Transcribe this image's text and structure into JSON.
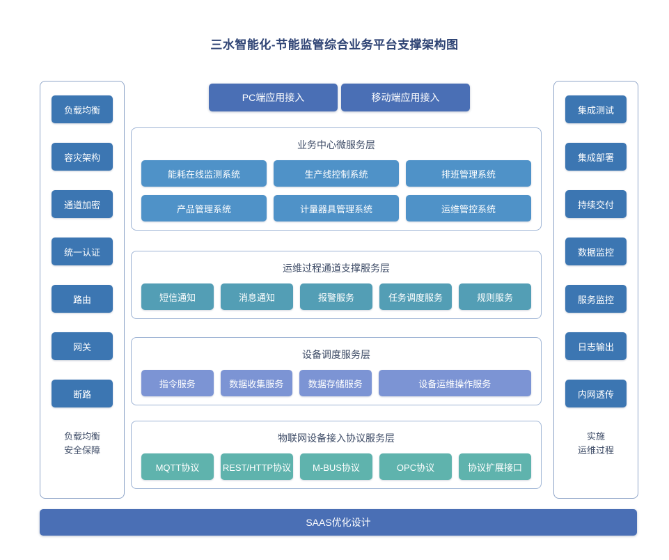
{
  "title": "三水智能化-节能监管综合业务平台支撑架构图",
  "colors": {
    "title": "#2e4374",
    "sidebar_pill": "#3c76b2",
    "access_bar": "#4a6fb5",
    "business_layer": "#4f92c8",
    "ops_layer": "#539eb5",
    "device_layer": "#7c94d4",
    "iot_layer": "#5fb3ad",
    "saas_bar": "#4a6fb5",
    "panel_border": "#9db3d4",
    "background": "#ffffff"
  },
  "left_column": {
    "items": [
      {
        "label": "负载均衡"
      },
      {
        "label": "容灾架构"
      },
      {
        "label": "通道加密"
      },
      {
        "label": "统一认证"
      },
      {
        "label": "路由"
      },
      {
        "label": "网关"
      },
      {
        "label": "断路"
      }
    ],
    "footer_line1": "负载均衡",
    "footer_line2": "安全保障"
  },
  "right_column": {
    "items": [
      {
        "label": "集成测试"
      },
      {
        "label": "集成部署"
      },
      {
        "label": "持续交付"
      },
      {
        "label": "数据监控"
      },
      {
        "label": "服务监控"
      },
      {
        "label": "日志输出"
      },
      {
        "label": "内网透传"
      }
    ],
    "footer_line1": "实施",
    "footer_line2": "运维过程"
  },
  "access": {
    "pc": "PC端应用接入",
    "mobile": "移动端应用接入"
  },
  "layers": [
    {
      "key": "business",
      "title": "业务中心微服务层",
      "rows": [
        [
          {
            "label": "能耗在线监测系统"
          },
          {
            "label": "生产线控制系统"
          },
          {
            "label": "排班管理系统"
          }
        ],
        [
          {
            "label": "产品管理系统"
          },
          {
            "label": "计量器具管理系统"
          },
          {
            "label": "运维管控系统"
          }
        ]
      ]
    },
    {
      "key": "ops",
      "title": "运维过程通道支撑服务层",
      "rows": [
        [
          {
            "label": "短信通知"
          },
          {
            "label": "消息通知"
          },
          {
            "label": "报警服务"
          },
          {
            "label": "任务调度服务"
          },
          {
            "label": "规则服务"
          }
        ]
      ]
    },
    {
      "key": "device",
      "title": "设备调度服务层",
      "rows": [
        [
          {
            "label": "指令服务"
          },
          {
            "label": "数据收集服务"
          },
          {
            "label": "数据存储服务"
          },
          {
            "label": "设备运维操作服务",
            "wide": true
          }
        ]
      ]
    },
    {
      "key": "iot",
      "title": "物联网设备接入协议服务层",
      "rows": [
        [
          {
            "label": "MQTT协议"
          },
          {
            "label": "REST/HTTP协议"
          },
          {
            "label": "M-BUS协议"
          },
          {
            "label": "OPC协议"
          },
          {
            "label": "协议扩展接口"
          }
        ]
      ]
    }
  ],
  "saas": {
    "label": "SAAS优化设计"
  }
}
